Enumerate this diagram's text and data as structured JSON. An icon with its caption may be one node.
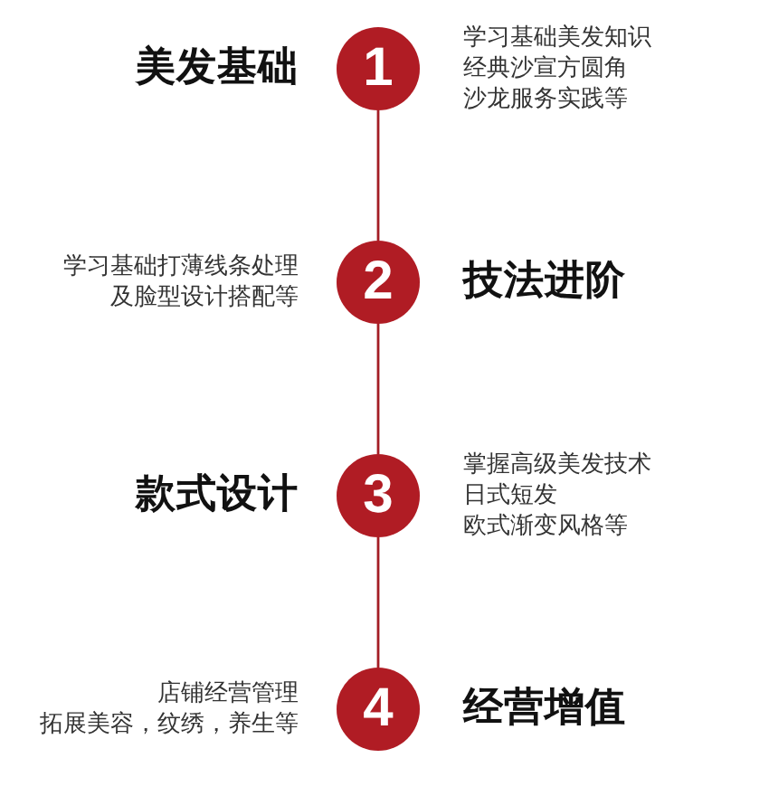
{
  "diagram": {
    "nodes": [
      {
        "text": [
          "1"
        ],
        "beside": [
          "美发基础",
          "学习基础美发知识",
          "经典沙宣方圆角",
          "沙龙服务实践等"
        ]
      },
      {
        "text": [
          "2"
        ],
        "beside": [
          "技法进阶",
          "学习基础打薄线条处理及脸型设计搭配等"
        ]
      },
      {
        "text": [
          "3"
        ],
        "beside": [
          "款式设计",
          "掌握高级美发技术",
          "日式短发",
          "欧式渐变风格等"
        ]
      },
      {
        "text": [
          "4"
        ],
        "beside": [
          "经营增值",
          "店铺经营管理",
          "拓展美容，纹绣，养生等"
        ]
      }
    ],
    "edges": [
      {
        "from": 0,
        "to": 1,
        "arrow": "none"
      },
      {
        "from": 1,
        "to": 2,
        "arrow": "none"
      },
      {
        "from": 2,
        "to": 3,
        "arrow": "none"
      }
    ]
  }
}
